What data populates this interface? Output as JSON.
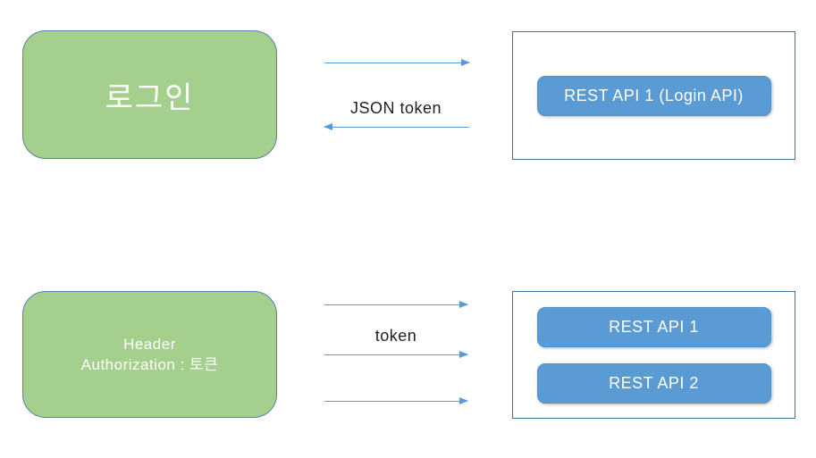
{
  "colors": {
    "green_fill": "#a5cf8d",
    "green_border": "#5580aa",
    "panel_bg": "#ffffff",
    "panel_border": "#41719c",
    "button_fill": "#5b9bd5",
    "button_border": "#4f91cc",
    "arrow": "#5b9bd5",
    "label_text": "#1f1f1f",
    "shape_text": "#ffffff"
  },
  "flow1": {
    "client_label": "로그인",
    "arrow_label": "JSON token",
    "server_buttons": [
      "REST API 1 (Login API)"
    ]
  },
  "flow2": {
    "client_label_lines": [
      "Header",
      "Authorization : 토큰"
    ],
    "arrow_label": "token",
    "server_buttons": [
      "REST API 1",
      "REST API 2"
    ]
  }
}
